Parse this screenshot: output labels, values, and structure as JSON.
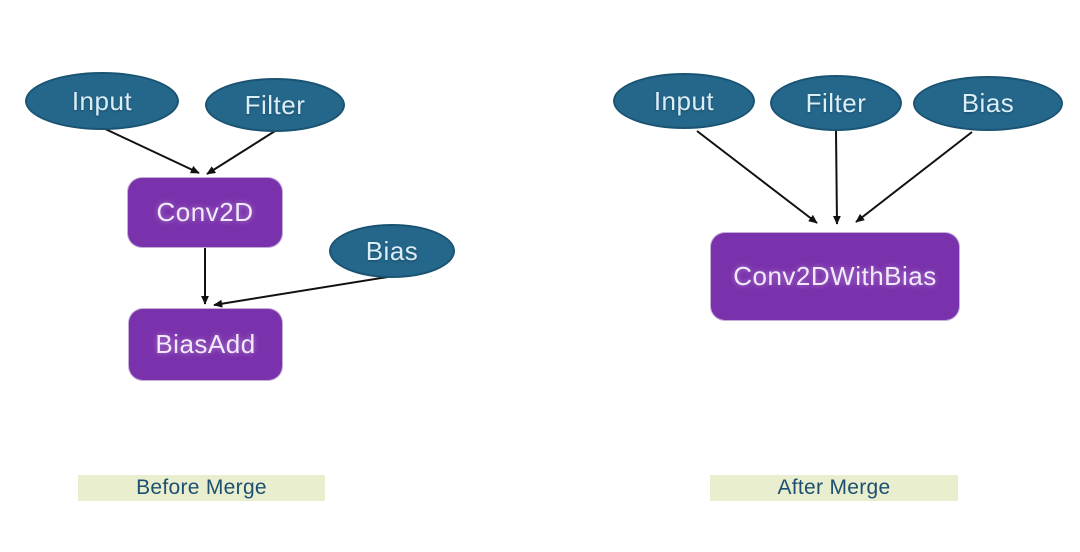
{
  "title": "Conv2D + BiasAdd node merge diagram",
  "colors": {
    "ellipse_fill": "#24678a",
    "ellipse_edge": "#1a5472",
    "ellipse_text": "#daeef8",
    "box_fill": "#7a31ac",
    "box_text": "#f2e9fb",
    "arrow": "#111111",
    "caption_bg": "#e9eecf",
    "caption_text": "#1d5070",
    "canvas_bg": "#ffffff"
  },
  "before": {
    "caption": "Before Merge",
    "nodes": {
      "input": "Input",
      "filter": "Filter",
      "bias": "Bias",
      "conv2d": "Conv2D",
      "biasadd": "BiasAdd"
    },
    "edges": [
      {
        "from": "Input",
        "to": "Conv2D"
      },
      {
        "from": "Filter",
        "to": "Conv2D"
      },
      {
        "from": "Conv2D",
        "to": "BiasAdd"
      },
      {
        "from": "Bias",
        "to": "BiasAdd"
      }
    ]
  },
  "after": {
    "caption": "After Merge",
    "nodes": {
      "input": "Input",
      "filter": "Filter",
      "bias": "Bias",
      "merged": "Conv2DWithBias"
    },
    "edges": [
      {
        "from": "Input",
        "to": "Conv2DWithBias"
      },
      {
        "from": "Filter",
        "to": "Conv2DWithBias"
      },
      {
        "from": "Bias",
        "to": "Conv2DWithBias"
      }
    ]
  }
}
